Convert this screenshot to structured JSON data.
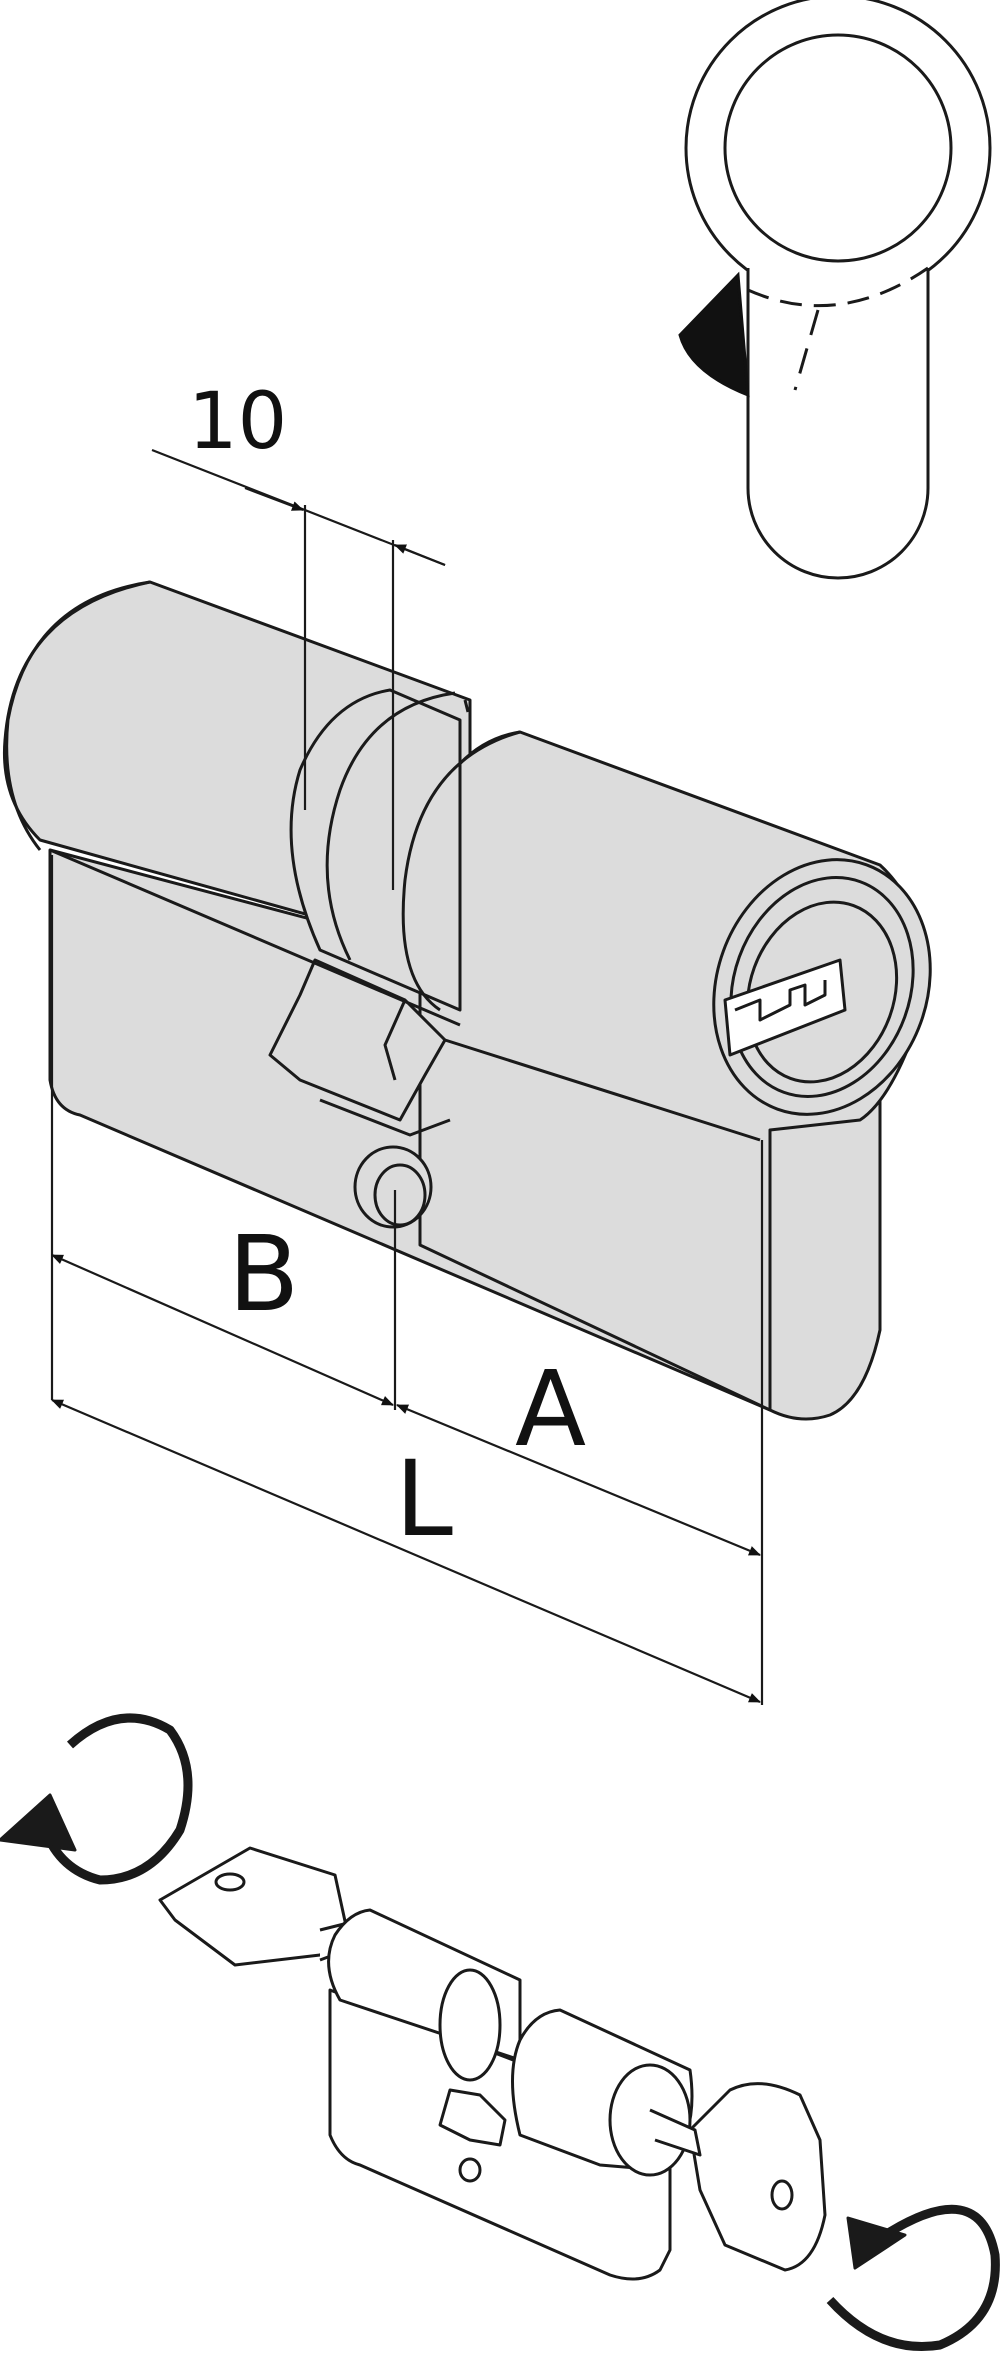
{
  "drawing": {
    "dimension_labels": {
      "cam_width": "10",
      "b": "B",
      "a": "A",
      "l": "L"
    },
    "colors": {
      "line": "#1a1a1a",
      "body_fill": "#dcdcdc",
      "paper": "#ffffff",
      "cam_fill": "#111111"
    }
  }
}
